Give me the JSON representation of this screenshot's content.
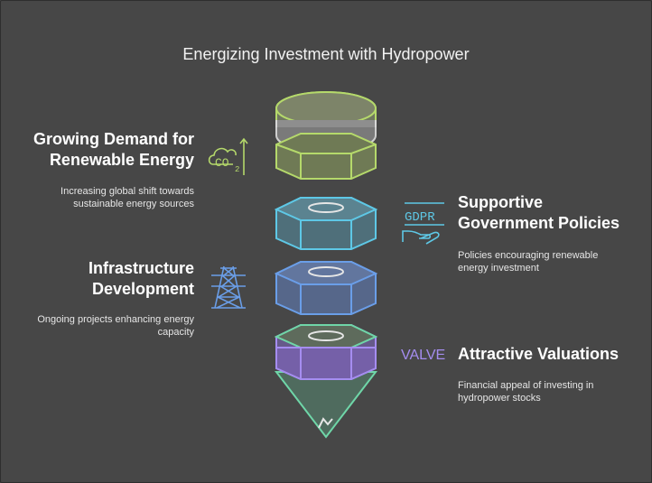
{
  "title": "Energizing Investment with Hydropower",
  "items": [
    {
      "heading_line1": "Growing Demand for",
      "heading_line2": "Renewable Energy",
      "desc_line1": "Increasing global shift towards",
      "desc_line2": "sustainable energy sources",
      "icon": "co2-icon",
      "color": "#b5d96b"
    },
    {
      "heading_line1": "Supportive",
      "heading_line2": "Government Policies",
      "desc_line1": "Policies encouraging renewable",
      "desc_line2": "energy investment",
      "icon": "gdpr-hand-icon",
      "icon_text": "GDPR",
      "color": "#5ec8e6"
    },
    {
      "heading_line1": "Infrastructure",
      "heading_line2": "Development",
      "desc_line1": "Ongoing projects enhancing energy",
      "desc_line2": "capacity",
      "icon": "power-tower-icon",
      "color": "#6a9ee8"
    },
    {
      "heading_line1": "Attractive Valuations",
      "heading_line2": "",
      "desc_line1": "Financial appeal of investing in",
      "desc_line2": "hydropower stocks",
      "icon": "valve-icon",
      "icon_text": "VALVE",
      "color": "#a58df0"
    }
  ],
  "colors": {
    "background": "#474747",
    "top_stack": "#b5d96b",
    "segment_cyan": "#5ec8e6",
    "segment_blue": "#6a9ee8",
    "segment_purple": "#a58df0",
    "cone": "#6fd6a8"
  }
}
